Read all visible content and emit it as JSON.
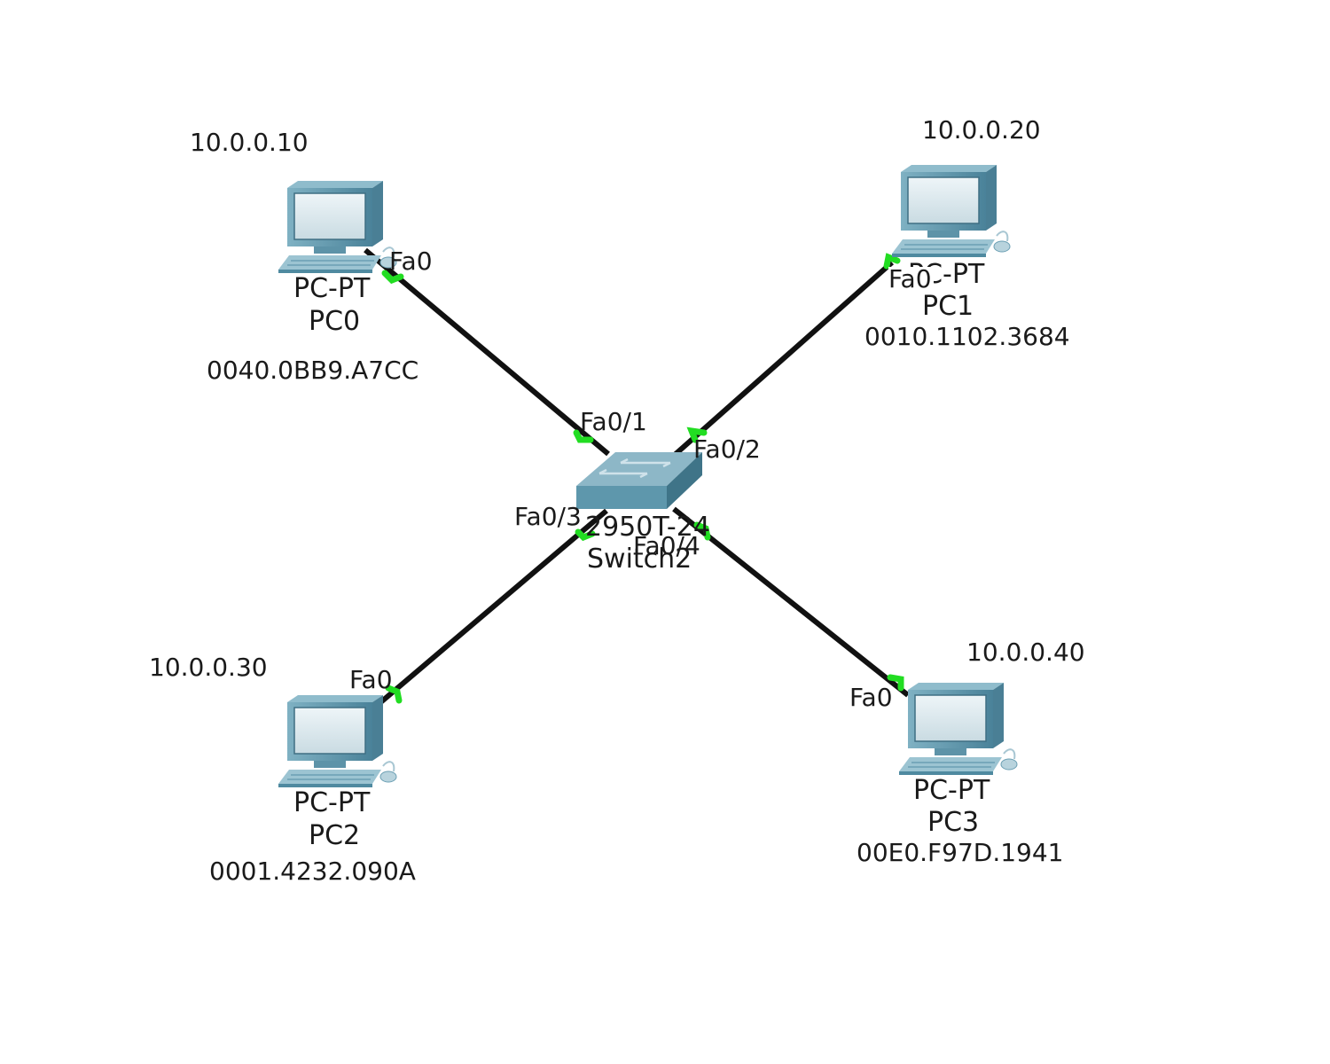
{
  "devices": {
    "pc0": {
      "ip": "10.0.0.10",
      "model": "PC-PT",
      "name": "PC0",
      "mac": "0040.0BB9.A7CC",
      "port": "Fa0"
    },
    "pc1": {
      "ip": "10.0.0.20",
      "model": "PC-PT",
      "name": "PC1",
      "mac": "0010.1102.3684",
      "port": "Fa0"
    },
    "pc2": {
      "ip": "10.0.0.30",
      "model": "PC-PT",
      "name": "PC2",
      "mac": "0001.4232.090A",
      "port": "Fa0"
    },
    "pc3": {
      "ip": "10.0.0.40",
      "model": "PC-PT",
      "name": "PC3",
      "mac": "00E0.F97D.1941",
      "port": "Fa0"
    },
    "switch": {
      "model": "2950T-24",
      "name": "Switch2",
      "ports": [
        "Fa0/1",
        "Fa0/2",
        "Fa0/3",
        "Fa0/4"
      ]
    }
  },
  "links": [
    {
      "from": "PC0",
      "to": "Switch2",
      "switch_port": "Fa0/1"
    },
    {
      "from": "PC1",
      "to": "Switch2",
      "switch_port": "Fa0/2"
    },
    {
      "from": "PC2",
      "to": "Switch2",
      "switch_port": "Fa0/3"
    },
    {
      "from": "PC3",
      "to": "Switch2",
      "switch_port": "Fa0/4"
    }
  ],
  "colors": {
    "cable": "#111111",
    "link_up": "#22dd22",
    "device": "#5e97ac",
    "screen": "#dde9ee"
  }
}
